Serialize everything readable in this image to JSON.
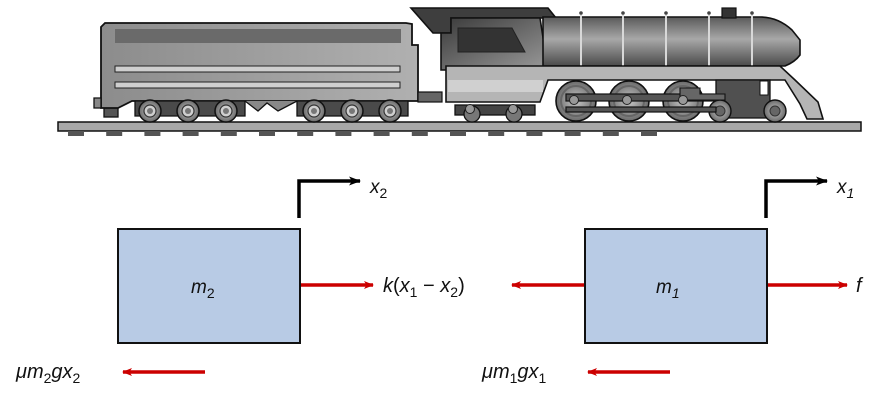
{
  "title": "Two-mass train model (locomotive and tender) free-body diagram",
  "colors": {
    "block_fill": "#b8cbe5",
    "block_stroke": "#111111",
    "force_arrow": "#cc0000",
    "axis_arrow": "#000000",
    "train_dark": "#3c3c3c",
    "train_mid": "#8a8a8a",
    "train_light": "#c8c8c8"
  },
  "illustration": {
    "name": "steam locomotive with tender on track",
    "tender_wheels": 6,
    "driver_wheels": 3,
    "track_ties": 16
  },
  "blocks": {
    "m2": {
      "label": "m",
      "sub": "2"
    },
    "m1": {
      "label": "m",
      "sub": "1"
    }
  },
  "axes": {
    "x2": {
      "label": "x",
      "sub": "2"
    },
    "x1": {
      "label": "x",
      "sub": "1"
    }
  },
  "forces": {
    "spring": {
      "k": "k",
      "open": "(",
      "x1": "x",
      "x1_sub": "1",
      "minus": " − ",
      "x2": "x",
      "x2_sub": "2",
      "close": ")"
    },
    "applied": {
      "label": "f"
    },
    "friction2": {
      "mu": "μm",
      "m_sub": "2",
      "g": "gx",
      "x_sub": "2"
    },
    "friction1": {
      "mu": "μm",
      "m_sub": "1",
      "g": "gx",
      "x_sub": "1"
    }
  }
}
